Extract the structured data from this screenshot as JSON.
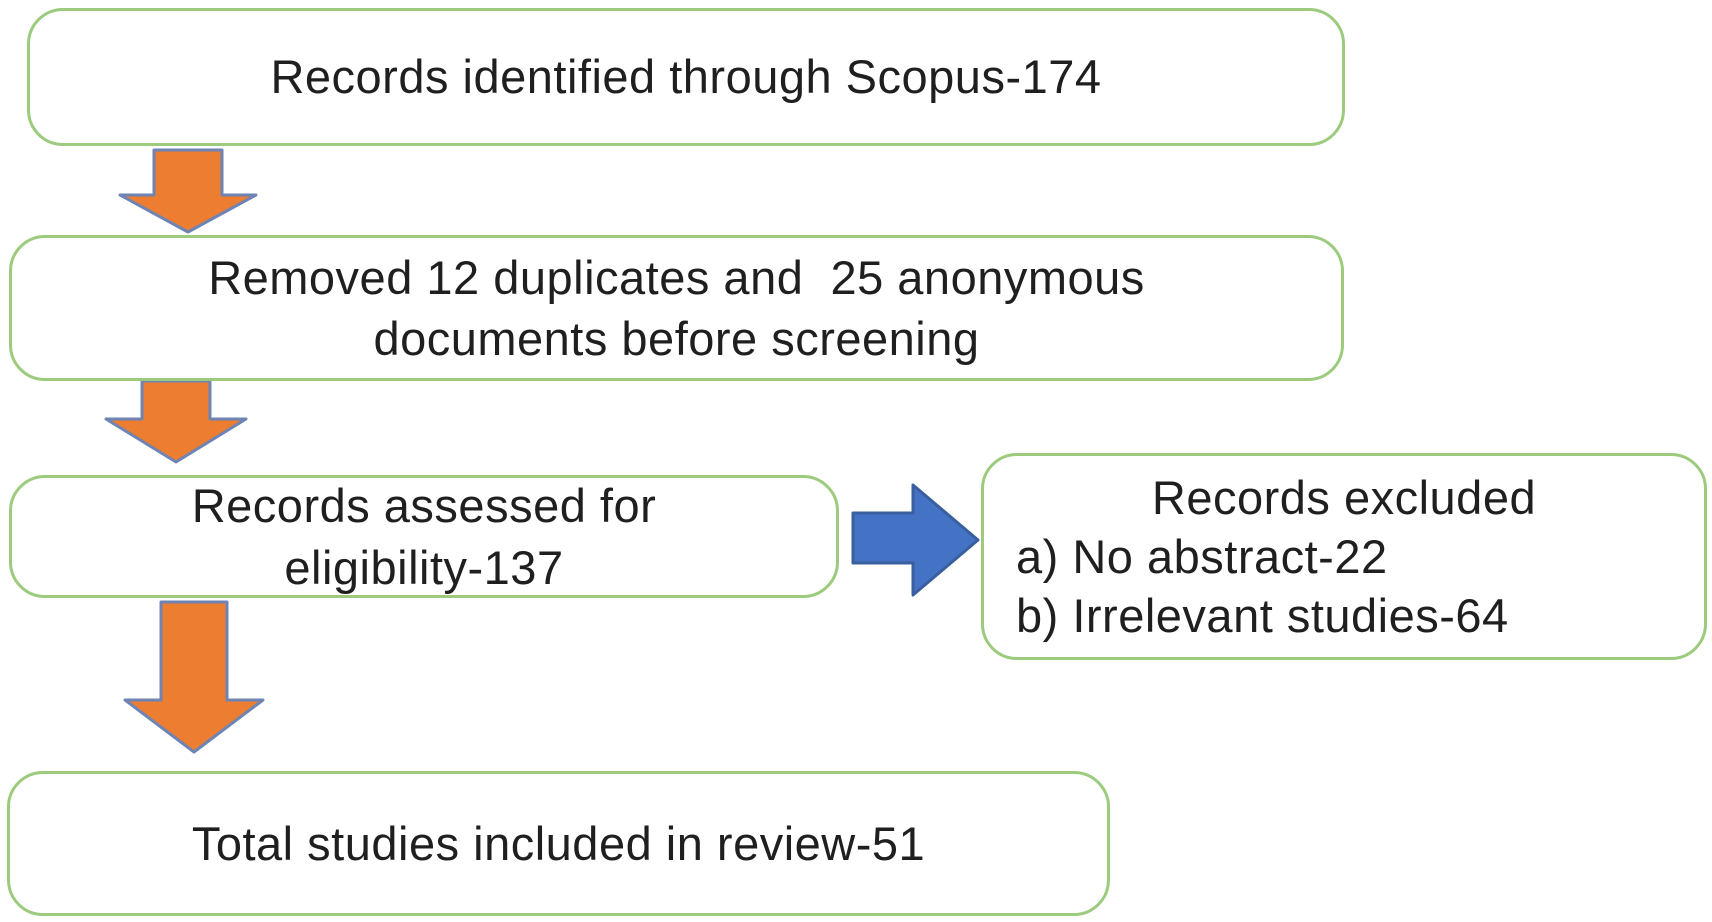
{
  "flowchart": {
    "boxes": {
      "identified": {
        "lines": [
          "Records identified through Scopus-174"
        ]
      },
      "removed": {
        "lines": [
          "Removed 12 duplicates and  25 anonymous",
          "documents before screening"
        ]
      },
      "assessed": {
        "lines": [
          "Records assessed for",
          "eligibility-137"
        ]
      },
      "excluded": {
        "lines": [
          "Records excluded",
          "a) No abstract-22",
          "b) Irrelevant studies-64"
        ]
      },
      "included": {
        "lines": [
          "Total studies included in review-51"
        ]
      }
    },
    "colors": {
      "background": "#ffffff",
      "box_border": "#9ccb7e",
      "text": "#1f1f1f",
      "down_arrow_fill": "#ed7d31",
      "down_arrow_stroke": "#6e84b4",
      "right_arrow_fill": "#4472c4",
      "right_arrow_stroke": "#3a5f9e"
    }
  }
}
